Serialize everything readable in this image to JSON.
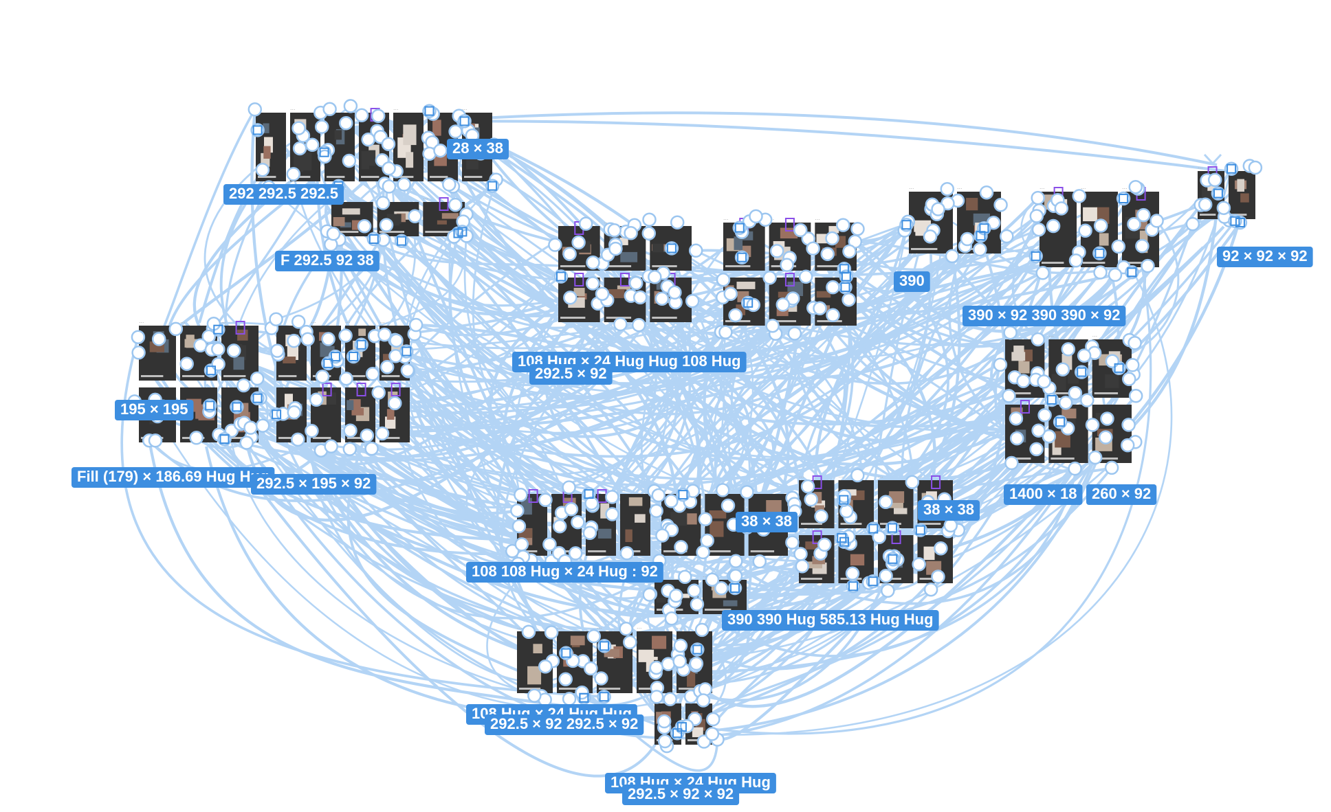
{
  "canvas": {
    "background": "#ffffff",
    "connector_color": "#b3d4f5",
    "node_stroke_color": "#3d8ee0",
    "badge_color": "#3d8ee0",
    "badge_text_color": "#ffffff",
    "screen_dark": "#333333",
    "accent_purple": "#8a4fe8"
  },
  "frame_name_label": "...",
  "size_badges": [
    {
      "id": "b1",
      "text": "292 292.5 292.5"
    },
    {
      "id": "b2",
      "text": "28 × 38"
    },
    {
      "id": "b3",
      "text": "F 292.5 92 38"
    },
    {
      "id": "b4",
      "text": "390"
    },
    {
      "id": "b5",
      "text": "108 Hug × 24 Hug Hug 108 Hug"
    },
    {
      "id": "b6",
      "text": "292.5 × 92"
    },
    {
      "id": "b7",
      "text": "390 × 92 390 390 × 92"
    },
    {
      "id": "b8",
      "text": "92 × 92 × 92"
    },
    {
      "id": "b9",
      "text": "195 × 195"
    },
    {
      "id": "b10",
      "text": "Fill (179) × 186.69 Hug Hug"
    },
    {
      "id": "b11",
      "text": "292.5 × 195 × 92"
    },
    {
      "id": "b12",
      "text": "38 × 38"
    },
    {
      "id": "b13",
      "text": "38 × 38"
    },
    {
      "id": "b14",
      "text": "1400 × 18"
    },
    {
      "id": "b15",
      "text": "260 × 92"
    },
    {
      "id": "b16",
      "text": "108 108 Hug × 24 Hug : 92"
    },
    {
      "id": "b17",
      "text": "390 390 Hug 585.13 Hug Hug"
    },
    {
      "id": "b18",
      "text": "108 Hug × 24 Hug Hug"
    },
    {
      "id": "b19",
      "text": "292.5 × 92 292.5 × 92"
    },
    {
      "id": "b20",
      "text": "108 Hug × 24 Hug Hug"
    },
    {
      "id": "b21",
      "text": "292.5 × 92 × 92"
    }
  ]
}
